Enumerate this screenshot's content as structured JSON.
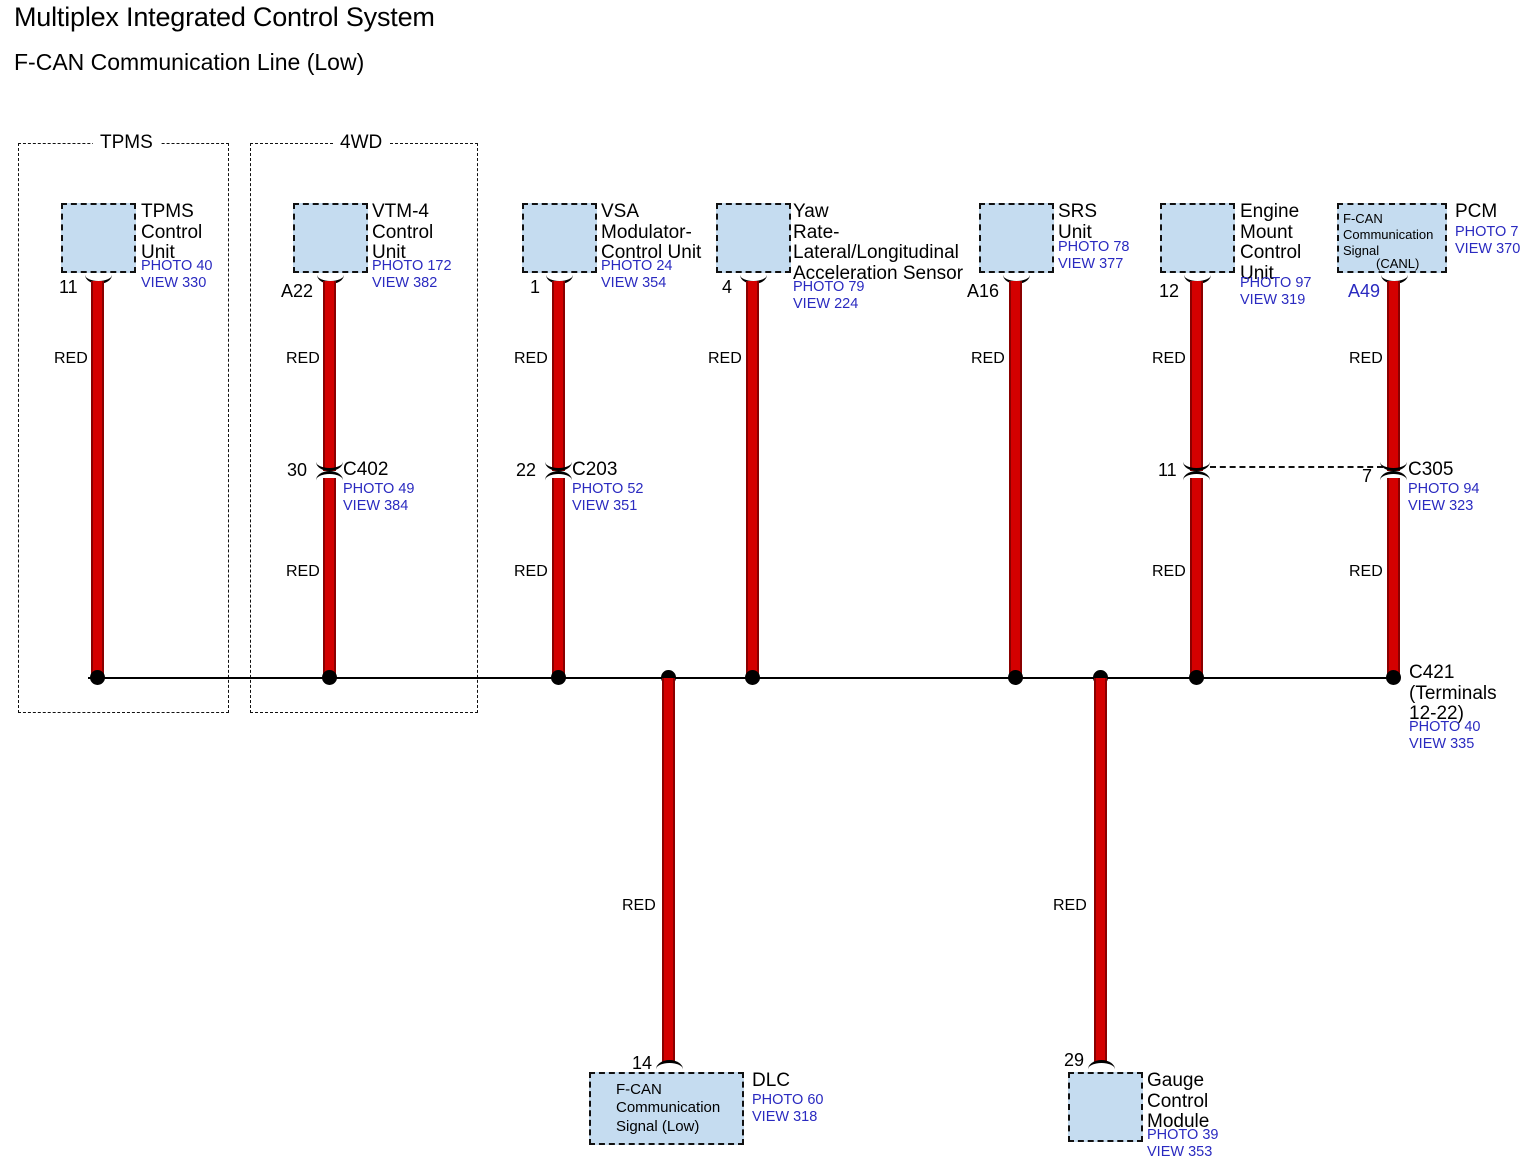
{
  "header": {
    "title": "Multiplex Integrated Control System",
    "subtitle": "F-CAN Communication Line (Low)"
  },
  "groups": [
    {
      "label": "TPMS"
    },
    {
      "label": "4WD"
    }
  ],
  "wire_color_label": "RED",
  "components": [
    {
      "id": "tpms-control-unit",
      "name": "TPMS\nControl\nUnit",
      "ref": "PHOTO 40\nVIEW 330",
      "pin": "11",
      "inner": null,
      "inner_sub": null
    },
    {
      "id": "vtm4-control-unit",
      "name": "VTM-4\nControl\nUnit",
      "ref": "PHOTO 172\nVIEW 382",
      "pin": "A22",
      "inner": null,
      "inner_sub": null
    },
    {
      "id": "vsa-modulator-control-unit",
      "name": "VSA\nModulator-\nControl Unit",
      "ref": "PHOTO 24\nVIEW 354",
      "pin": "1",
      "inner": null,
      "inner_sub": null
    },
    {
      "id": "yaw-rate-sensor",
      "name": "Yaw\nRate-\nLateral/Longitudinal\nAcceleration Sensor",
      "ref": "PHOTO 79\nVIEW 224",
      "pin": "4",
      "inner": null,
      "inner_sub": null
    },
    {
      "id": "srs-unit",
      "name": "SRS\nUnit",
      "ref": "PHOTO 78\nVIEW 377",
      "pin": "A16",
      "inner": null,
      "inner_sub": null
    },
    {
      "id": "engine-mount-control-unit",
      "name": "Engine\nMount\nControl\nUnit",
      "ref": "PHOTO 97\nVIEW 319",
      "pin": "12",
      "inner": null,
      "inner_sub": null
    },
    {
      "id": "pcm",
      "name": "PCM",
      "ref": "PHOTO 7\nVIEW 370",
      "pin": "A49",
      "inner": "F-CAN\nCommunication\nSignal",
      "inner_sub": "(CANL)"
    },
    {
      "id": "dlc",
      "name": "DLC",
      "ref": "PHOTO 60\nVIEW 318",
      "pin": "14",
      "inner": "F-CAN\nCommunication\nSignal (Low)",
      "inner_sub": null
    },
    {
      "id": "gauge-control-module",
      "name": "Gauge\nControl\nModule",
      "ref": "PHOTO 39\nVIEW 353",
      "pin": "29",
      "inner": null,
      "inner_sub": null
    }
  ],
  "connectors": [
    {
      "id": "c402",
      "name": "C402",
      "pin_left": "30",
      "ref": "PHOTO 49\nVIEW 384"
    },
    {
      "id": "c203",
      "name": "C203",
      "pin_left": "22",
      "ref": "PHOTO 52\nVIEW 351"
    },
    {
      "id": "c305",
      "name": "C305",
      "pin_left": "11",
      "pin_right": "7",
      "ref": "PHOTO 94\nVIEW 323"
    }
  ],
  "bus": {
    "name": "C421\n(Terminals\n12-22)",
    "ref": "PHOTO 40\nVIEW 335"
  },
  "colors": {
    "wire": "#d40000",
    "wire_edge": "#8a0000",
    "component_fill": "#c5dcf0",
    "reference_text": "#2a2ac0",
    "line": "#000000"
  }
}
